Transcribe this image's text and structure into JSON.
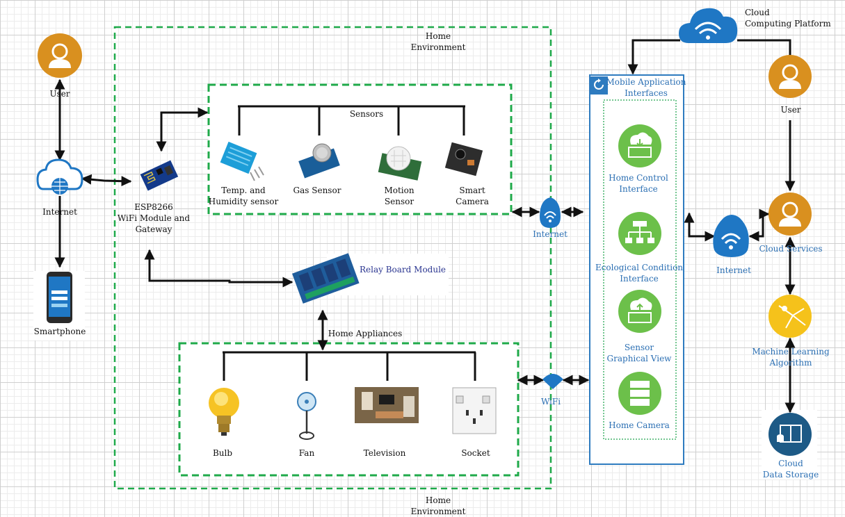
{
  "labels": {
    "home_env_top": [
      "Home",
      "Environment"
    ],
    "home_env_bottom": [
      "Home",
      "Environment"
    ],
    "cloud_platform": [
      "Cloud",
      "Computing Platform"
    ],
    "user_left": "User",
    "internet_left": "Internet",
    "smartphone": "Smartphone",
    "esp8266": [
      "ESP8266",
      "WiFi Module and",
      "Gateway"
    ],
    "sensors": "Sensors",
    "temp_sensor": [
      "Temp. and",
      "Humidity sensor"
    ],
    "gas_sensor": "Gas Sensor",
    "motion_sensor": [
      "Motion",
      "Sensor"
    ],
    "smart_camera": [
      "Smart",
      "Camera"
    ],
    "relay_board": "Relay Board Module",
    "home_appliances": "Home Appliances",
    "bulb": "Bulb",
    "fan": "Fan",
    "television": "Television",
    "socket": "Socket",
    "internet_mid": "Internet",
    "wifi_mid": "WiFi",
    "mobile_app": [
      "Mobile Application",
      "Interfaces"
    ],
    "home_control": [
      "Home Control",
      "Interface"
    ],
    "ecological": [
      "Ecological Condition",
      "Interface"
    ],
    "sensor_graphical": [
      "Sensor",
      "Graphical View"
    ],
    "home_camera": "Home Camera",
    "internet_right": "Internet",
    "user_right": "User",
    "cloud_services": "Cloud Services",
    "ml_algorithm": [
      "Machine Learning",
      "Algorithm"
    ],
    "cloud_storage": [
      "Cloud",
      "Data Storage"
    ]
  },
  "colors": {
    "green_dash": "#1faa4a",
    "blue_frame": "#2e7bbf",
    "orange_icon": "#d9901f",
    "green_icon": "#6cc04a",
    "yellow_icon": "#f5c21b",
    "teal_icon": "#1d5a86",
    "cloud_blue": "#1f77c4"
  },
  "icons": [
    "user-icon",
    "internet-cloud-icon",
    "smartphone-icon",
    "esp8266-icon",
    "dht-sensor-icon",
    "gas-sensor-icon",
    "pir-sensor-icon",
    "camera-board-icon",
    "relay-board-icon",
    "bulb-icon",
    "fan-icon",
    "television-icon",
    "socket-icon",
    "wifi-icon",
    "cloud-platform-icon",
    "interface-icon",
    "ml-icon",
    "storage-icon"
  ]
}
